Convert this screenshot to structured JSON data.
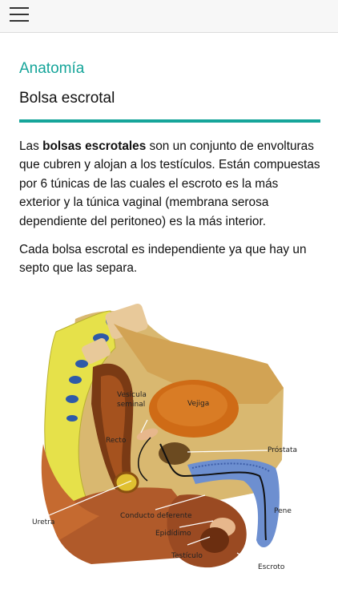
{
  "header": {
    "menu_icon": "hamburger-menu-icon"
  },
  "section": "Anatomía",
  "title": "Bolsa escrotal",
  "paragraph1": {
    "before": "Las ",
    "bold": "bolsas escrotales",
    "after": " son un conjunto de envolturas que cubren y alojan a los testículos. Están compuestas por 6 túnicas de las cuales el escroto es la más exterior y la túnica vaginal (membrana serosa dependiente del peritoneo) es la más interior."
  },
  "paragraph2": "Cada bolsa escrotal es independiente ya que hay un septo que las separa.",
  "diagram": {
    "labels": {
      "vesicula1": "Vesícula",
      "vesicula2": "seminal",
      "vejiga": "Vejiga",
      "recto": "Recto",
      "prostata": "Próstata",
      "pene": "Pene",
      "uretra": "Uretra",
      "conducto": "Conducto deferente",
      "epididimo": "Epidídimo",
      "testiculo": "Testículo",
      "escroto": "Escroto"
    }
  }
}
